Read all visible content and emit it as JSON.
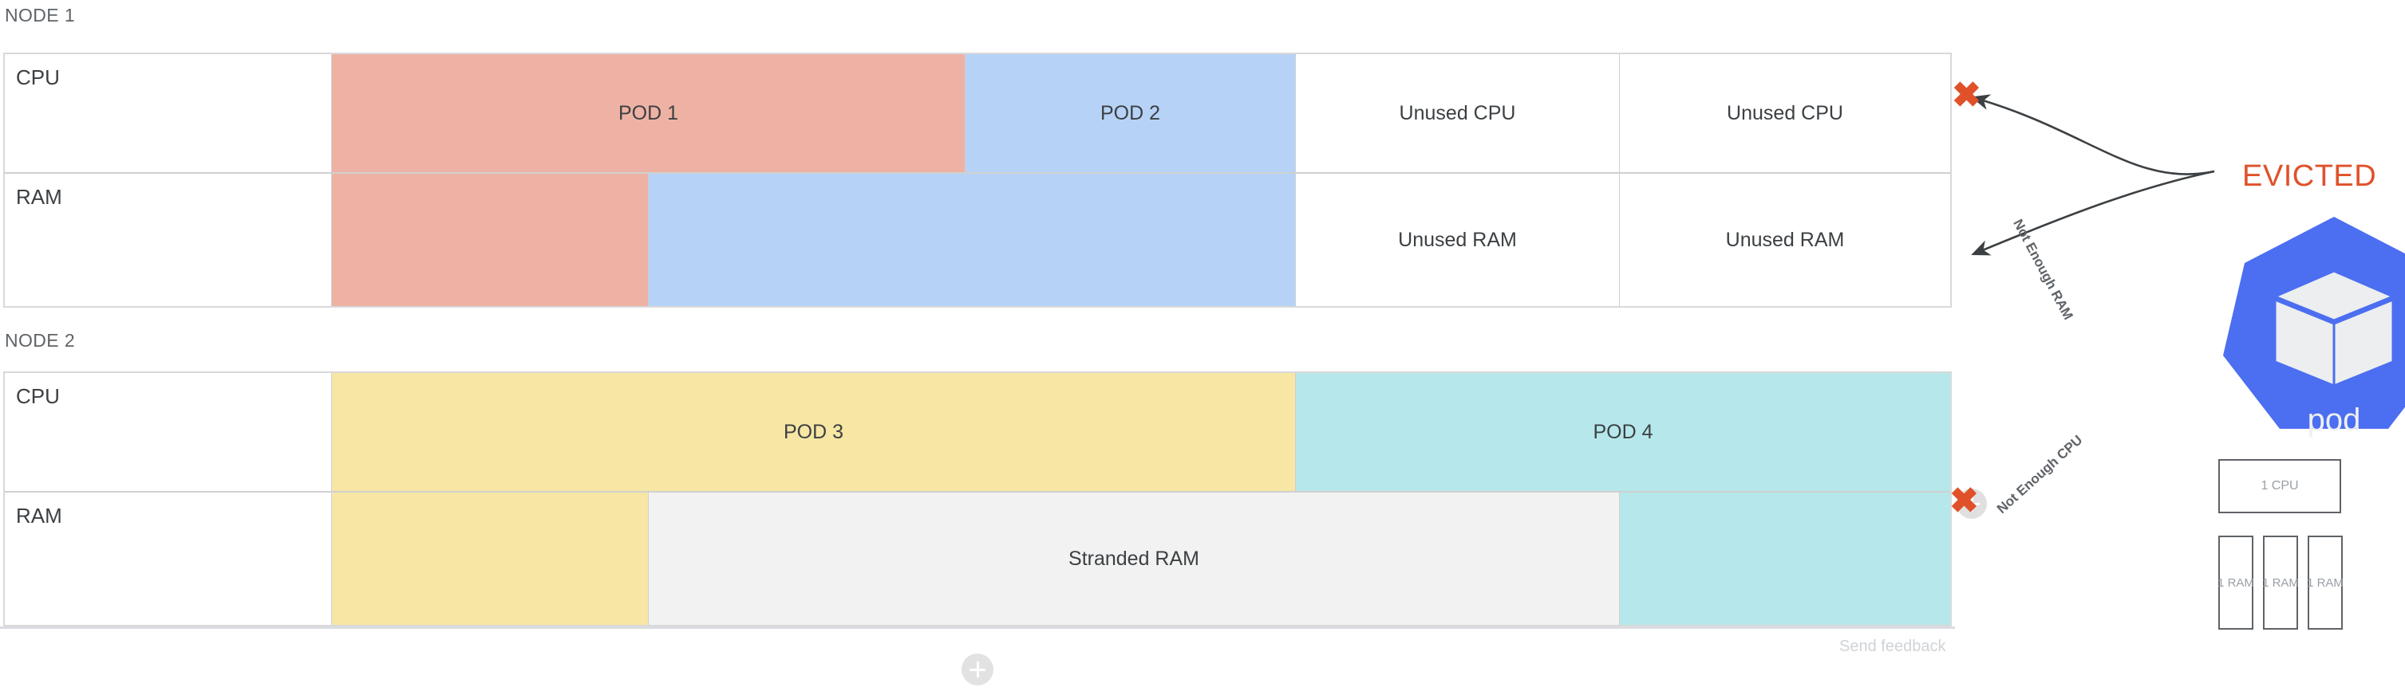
{
  "diagram": {
    "title_color": "#e0512a",
    "colors": {
      "pod1": "#eeb2a4",
      "pod2": "#b6d3f7",
      "pod3": "#f7e6a4",
      "pod4": "#b6e8eb",
      "stranded": "#f2f2f2",
      "unused": "#ffffff",
      "k8s_blue": "#4c6ef0",
      "evicted": "#e0512a",
      "grid_line": "#cfcfcf",
      "table_border": "#d9d9d9"
    },
    "nodes": [
      {
        "label": "NODE 1",
        "rows": [
          {
            "label": "CPU",
            "cells": [
              {
                "text": "POD 1",
                "fill": "pod1",
                "span": 2
              },
              {
                "text": "POD 2",
                "fill": "pod2",
                "span": 1
              },
              {
                "text": "Unused CPU",
                "fill": "unused",
                "span": 1
              },
              {
                "text": "Unused CPU",
                "fill": "unused",
                "span": 1
              }
            ]
          },
          {
            "label": "RAM",
            "cells": [
              {
                "text": "",
                "fill": "pod1",
                "span": 1
              },
              {
                "text": "",
                "fill": "pod2",
                "span": 2
              },
              {
                "text": "Unused RAM",
                "fill": "unused",
                "span": 1
              },
              {
                "text": "Unused RAM",
                "fill": "unused",
                "span": 1
              }
            ]
          }
        ]
      },
      {
        "label": "NODE 2",
        "rows": [
          {
            "label": "CPU",
            "cells": [
              {
                "text": "POD 3",
                "fill": "pod3",
                "span": 3
              },
              {
                "text": "POD 4",
                "fill": "pod4",
                "span": 2
              }
            ]
          },
          {
            "label": "RAM",
            "cells": [
              {
                "text": "",
                "fill": "pod3",
                "span": 1
              },
              {
                "text": "Stranded RAM",
                "fill": "stranded",
                "span": 3
              },
              {
                "text": "",
                "fill": "pod4",
                "span": 1
              }
            ]
          }
        ]
      }
    ],
    "edges": [
      {
        "label": "Not Enough RAM",
        "marker": "x"
      },
      {
        "label": "Not Enough CPU",
        "marker": "x"
      }
    ],
    "pod": {
      "status": "EVICTED",
      "logo_label": "pod",
      "requests": [
        {
          "label": "1 CPU",
          "kind": "cpu"
        },
        {
          "label": "1 RAM",
          "kind": "ram"
        },
        {
          "label": "1 RAM",
          "kind": "ram"
        },
        {
          "label": "1 RAM",
          "kind": "ram"
        }
      ]
    }
  },
  "footer": {
    "send_feedback": "Send feedback",
    "add_icon": "plus-icon"
  }
}
